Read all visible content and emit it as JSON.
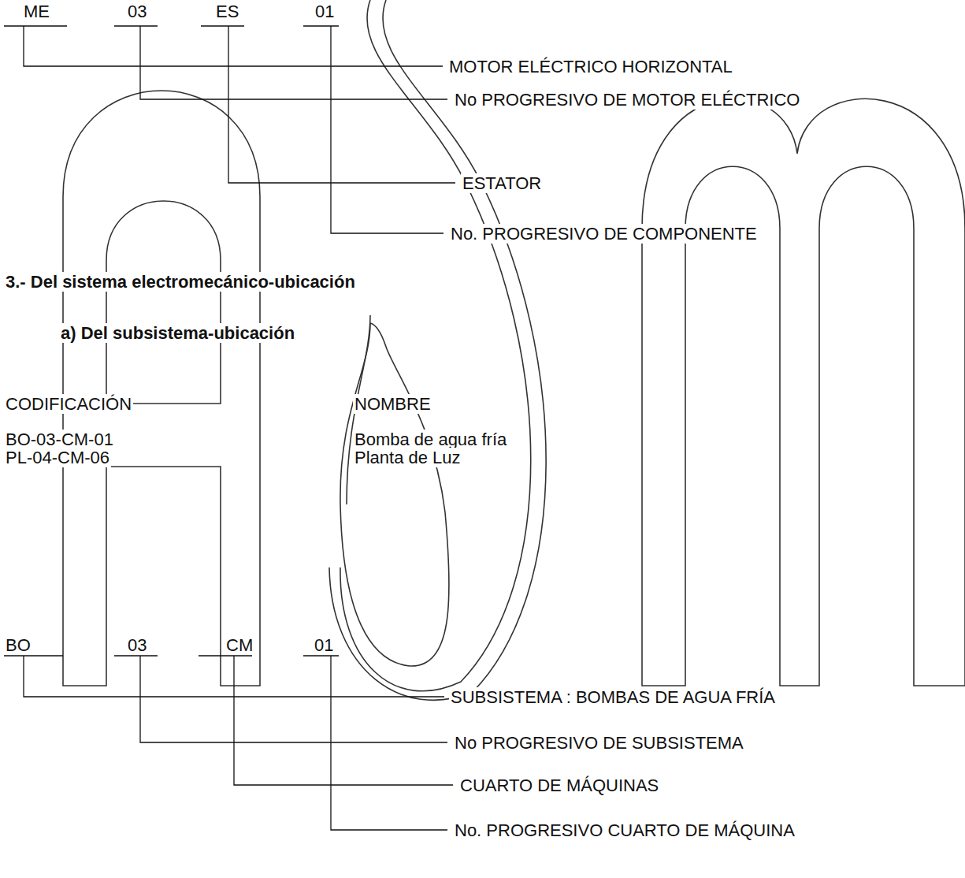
{
  "diagram": {
    "labels": [
      "ME",
      "03",
      "ES",
      "01",
      "MOTOR ELÉCTRICO HORIZONTAL",
      "No  PROGRESIVO DE MOTOR ELÉCTRICO",
      "ESTATOR",
      "No. PROGRESIVO DE COMPONENTE",
      "3.- Del sistema electromecánico-ubicación",
      "a)  Del subsistema-ubicación",
      "CODIFICACIÓN",
      "NOMBRE",
      "BO-03-CM-01",
      "Bomba de agua fría",
      "PL-04-CM-06",
      "Planta de Luz",
      "BO",
      "03",
      "CM",
      "01",
      "SUBSISTEMA : BOMBAS DE AGUA FRÍA",
      "No  PROGRESIVO DE SUBSISTEMA",
      "CUARTO DE MÁQUINAS",
      "No. PROGRESIVO CUARTO DE MÁQUINA"
    ]
  }
}
